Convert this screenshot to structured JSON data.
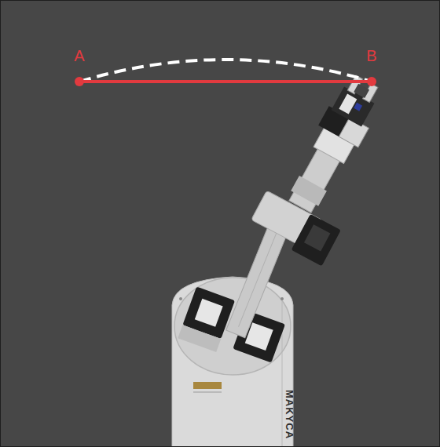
{
  "diagram": {
    "labels": [
      "A",
      "B",
      "MAKYCA"
    ]
  }
}
